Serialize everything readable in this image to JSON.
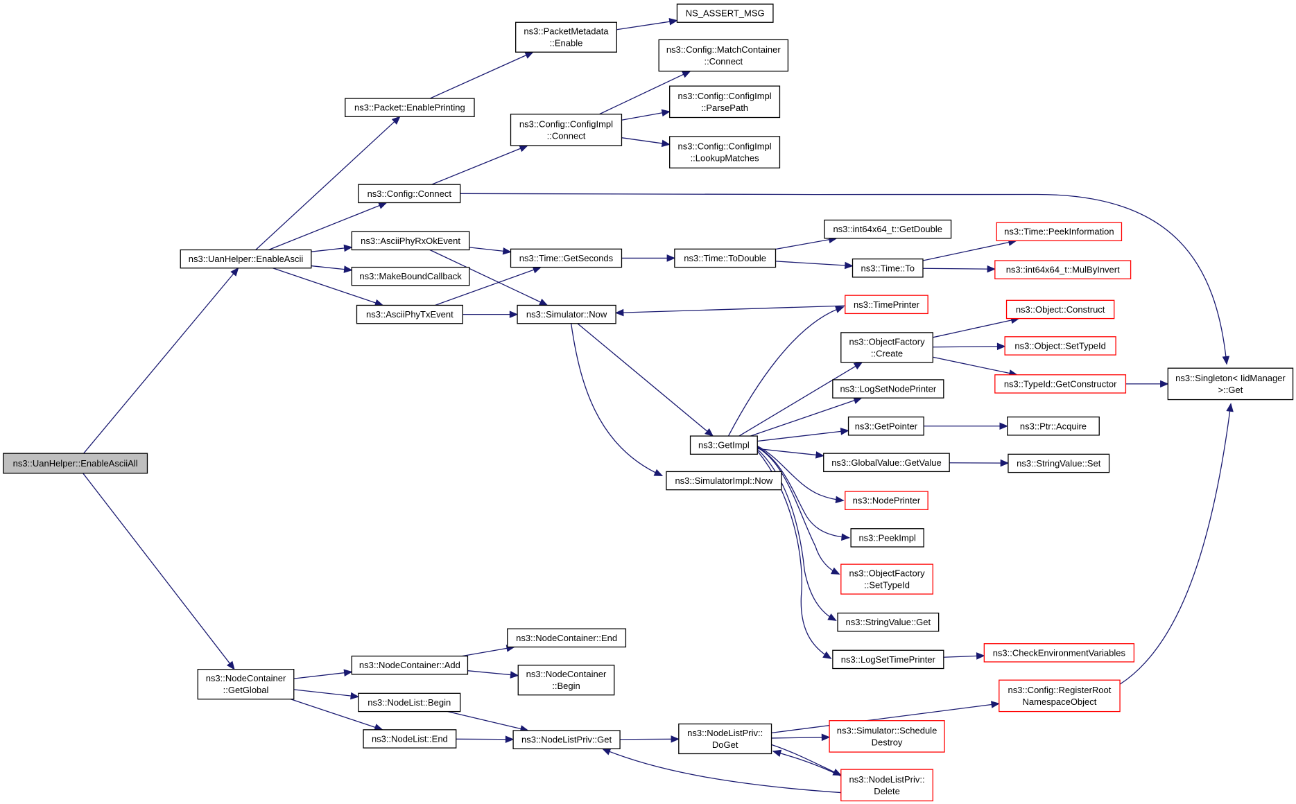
{
  "colors": {
    "edge": "#191970",
    "node_border": "#000000",
    "truncated_border": "#ff0000",
    "root_fill": "#bfbfbf",
    "node_fill": "#ffffff"
  },
  "nodes": [
    {
      "id": "root",
      "lines": [
        "ns3::UanHelper::EnableAsciiAll"
      ],
      "style": "root"
    },
    {
      "id": "enableAscii",
      "lines": [
        "ns3::UanHelper::EnableAscii"
      ]
    },
    {
      "id": "getGlobal",
      "lines": [
        "ns3::NodeContainer",
        "::GetGlobal"
      ]
    },
    {
      "id": "pktEnablePrinting",
      "lines": [
        "ns3::Packet::EnablePrinting"
      ]
    },
    {
      "id": "pktMetaEnable",
      "lines": [
        "ns3::PacketMetadata",
        "::Enable"
      ]
    },
    {
      "id": "nsAssert",
      "lines": [
        "NS_ASSERT_MSG"
      ]
    },
    {
      "id": "configConnect",
      "lines": [
        "ns3::Config::Connect"
      ]
    },
    {
      "id": "cfgImplConnect",
      "lines": [
        "ns3::Config::ConfigImpl",
        "::Connect"
      ]
    },
    {
      "id": "matchContConnect",
      "lines": [
        "ns3::Config::MatchContainer",
        "::Connect"
      ]
    },
    {
      "id": "parsePath",
      "lines": [
        "ns3::Config::ConfigImpl",
        "::ParsePath"
      ]
    },
    {
      "id": "lookupMatches",
      "lines": [
        "ns3::Config::ConfigImpl",
        "::LookupMatches"
      ]
    },
    {
      "id": "rxOk",
      "lines": [
        "ns3::AsciiPhyRxOkEvent"
      ]
    },
    {
      "id": "makeBound",
      "lines": [
        "ns3::MakeBoundCallback"
      ]
    },
    {
      "id": "txEvent",
      "lines": [
        "ns3::AsciiPhyTxEvent"
      ]
    },
    {
      "id": "getSeconds",
      "lines": [
        "ns3::Time::GetSeconds"
      ]
    },
    {
      "id": "simNow",
      "lines": [
        "ns3::Simulator::Now"
      ]
    },
    {
      "id": "toDouble",
      "lines": [
        "ns3::Time::ToDouble"
      ]
    },
    {
      "id": "int64GetDouble",
      "lines": [
        "ns3::int64x64_t::GetDouble"
      ]
    },
    {
      "id": "timeTo",
      "lines": [
        "ns3::Time::To"
      ]
    },
    {
      "id": "peekInfo",
      "lines": [
        "ns3::Time::PeekInformation"
      ],
      "style": "red"
    },
    {
      "id": "mulByInvert",
      "lines": [
        "ns3::int64x64_t::MulByInvert"
      ],
      "style": "red"
    },
    {
      "id": "timePrinter",
      "lines": [
        "ns3::TimePrinter"
      ],
      "style": "red"
    },
    {
      "id": "objFactCreate",
      "lines": [
        "ns3::ObjectFactory",
        "::Create"
      ]
    },
    {
      "id": "objConstruct",
      "lines": [
        "ns3::Object::Construct"
      ],
      "style": "red"
    },
    {
      "id": "objSetTypeId",
      "lines": [
        "ns3::Object::SetTypeId"
      ],
      "style": "red"
    },
    {
      "id": "getConstructor",
      "lines": [
        "ns3::TypeId::GetConstructor"
      ],
      "style": "red"
    },
    {
      "id": "singletonGet",
      "lines": [
        "ns3::Singleton< IidManager",
        " >::Get"
      ]
    },
    {
      "id": "logSetNodePrinter",
      "lines": [
        "ns3::LogSetNodePrinter"
      ]
    },
    {
      "id": "getImpl",
      "lines": [
        "ns3::GetImpl"
      ]
    },
    {
      "id": "getPointer",
      "lines": [
        "ns3::GetPointer"
      ]
    },
    {
      "id": "ptrAcquire",
      "lines": [
        "ns3::Ptr::Acquire"
      ]
    },
    {
      "id": "gvGetValue",
      "lines": [
        "ns3::GlobalValue::GetValue"
      ]
    },
    {
      "id": "svSet",
      "lines": [
        "ns3::StringValue::Set"
      ]
    },
    {
      "id": "simImplNow",
      "lines": [
        "ns3::SimulatorImpl::Now"
      ]
    },
    {
      "id": "nodePrinter",
      "lines": [
        "ns3::NodePrinter"
      ],
      "style": "red"
    },
    {
      "id": "peekImpl",
      "lines": [
        "ns3::PeekImpl"
      ]
    },
    {
      "id": "ofSetTypeId",
      "lines": [
        "ns3::ObjectFactory",
        "::SetTypeId"
      ],
      "style": "red"
    },
    {
      "id": "svGet",
      "lines": [
        "ns3::StringValue::Get"
      ]
    },
    {
      "id": "logSetTimePrinter",
      "lines": [
        "ns3::LogSetTimePrinter"
      ]
    },
    {
      "id": "checkEnv",
      "lines": [
        "ns3::CheckEnvironmentVariables"
      ],
      "style": "red"
    },
    {
      "id": "ncEnd",
      "lines": [
        "ns3::NodeContainer::End"
      ]
    },
    {
      "id": "ncAdd",
      "lines": [
        "ns3::NodeContainer::Add"
      ]
    },
    {
      "id": "ncBegin",
      "lines": [
        "ns3::NodeContainer",
        "::Begin"
      ]
    },
    {
      "id": "nlBegin",
      "lines": [
        "ns3::NodeList::Begin"
      ]
    },
    {
      "id": "registerRoot",
      "lines": [
        "ns3::Config::RegisterRoot",
        "NamespaceObject"
      ],
      "style": "red"
    },
    {
      "id": "nlEnd",
      "lines": [
        "ns3::NodeList::End"
      ]
    },
    {
      "id": "nlpGet",
      "lines": [
        "ns3::NodeListPriv::Get"
      ]
    },
    {
      "id": "nlpDoGet",
      "lines": [
        "ns3::NodeListPriv::",
        "DoGet"
      ]
    },
    {
      "id": "schedDestroy",
      "lines": [
        "ns3::Simulator::Schedule",
        "Destroy"
      ],
      "style": "red"
    },
    {
      "id": "nlpDelete",
      "lines": [
        "ns3::NodeListPriv::",
        "Delete"
      ],
      "style": "red"
    }
  ],
  "edges": [
    [
      "root",
      "enableAscii"
    ],
    [
      "root",
      "getGlobal"
    ],
    [
      "enableAscii",
      "pktEnablePrinting"
    ],
    [
      "enableAscii",
      "configConnect"
    ],
    [
      "enableAscii",
      "rxOk"
    ],
    [
      "enableAscii",
      "makeBound"
    ],
    [
      "enableAscii",
      "txEvent"
    ],
    [
      "pktEnablePrinting",
      "pktMetaEnable"
    ],
    [
      "pktMetaEnable",
      "nsAssert"
    ],
    [
      "configConnect",
      "cfgImplConnect"
    ],
    [
      "configConnect",
      "singletonGet"
    ],
    [
      "cfgImplConnect",
      "matchContConnect"
    ],
    [
      "cfgImplConnect",
      "parsePath"
    ],
    [
      "cfgImplConnect",
      "lookupMatches"
    ],
    [
      "rxOk",
      "getSeconds"
    ],
    [
      "rxOk",
      "simNow"
    ],
    [
      "txEvent",
      "getSeconds"
    ],
    [
      "txEvent",
      "simNow"
    ],
    [
      "getSeconds",
      "toDouble"
    ],
    [
      "toDouble",
      "int64GetDouble"
    ],
    [
      "toDouble",
      "timeTo"
    ],
    [
      "timeTo",
      "peekInfo"
    ],
    [
      "timeTo",
      "mulByInvert"
    ],
    [
      "simNow",
      "getImpl"
    ],
    [
      "simNow",
      "simImplNow"
    ],
    [
      "timePrinter",
      "simNow"
    ],
    [
      "getImpl",
      "timePrinter"
    ],
    [
      "getImpl",
      "objFactCreate"
    ],
    [
      "getImpl",
      "logSetNodePrinter"
    ],
    [
      "getImpl",
      "getPointer"
    ],
    [
      "getImpl",
      "gvGetValue"
    ],
    [
      "getImpl",
      "nodePrinter"
    ],
    [
      "getImpl",
      "peekImpl"
    ],
    [
      "getImpl",
      "ofSetTypeId"
    ],
    [
      "getImpl",
      "svGet"
    ],
    [
      "getImpl",
      "logSetTimePrinter"
    ],
    [
      "objFactCreate",
      "objConstruct"
    ],
    [
      "objFactCreate",
      "objSetTypeId"
    ],
    [
      "objFactCreate",
      "getConstructor"
    ],
    [
      "getConstructor",
      "singletonGet"
    ],
    [
      "getPointer",
      "ptrAcquire"
    ],
    [
      "gvGetValue",
      "svSet"
    ],
    [
      "logSetTimePrinter",
      "checkEnv"
    ],
    [
      "getGlobal",
      "ncAdd"
    ],
    [
      "getGlobal",
      "nlBegin"
    ],
    [
      "getGlobal",
      "nlEnd"
    ],
    [
      "ncAdd",
      "ncEnd"
    ],
    [
      "ncAdd",
      "ncBegin"
    ],
    [
      "nlBegin",
      "nlpGet"
    ],
    [
      "nlEnd",
      "nlpGet"
    ],
    [
      "nlpGet",
      "nlpDoGet"
    ],
    [
      "nlpDoGet",
      "registerRoot"
    ],
    [
      "nlpDoGet",
      "schedDestroy"
    ],
    [
      "nlpDoGet",
      "nlpDelete"
    ],
    [
      "registerRoot",
      "singletonGet"
    ],
    [
      "nlpDelete",
      "nlpDoGet"
    ],
    [
      "nlpDelete",
      "nlpGet"
    ]
  ]
}
